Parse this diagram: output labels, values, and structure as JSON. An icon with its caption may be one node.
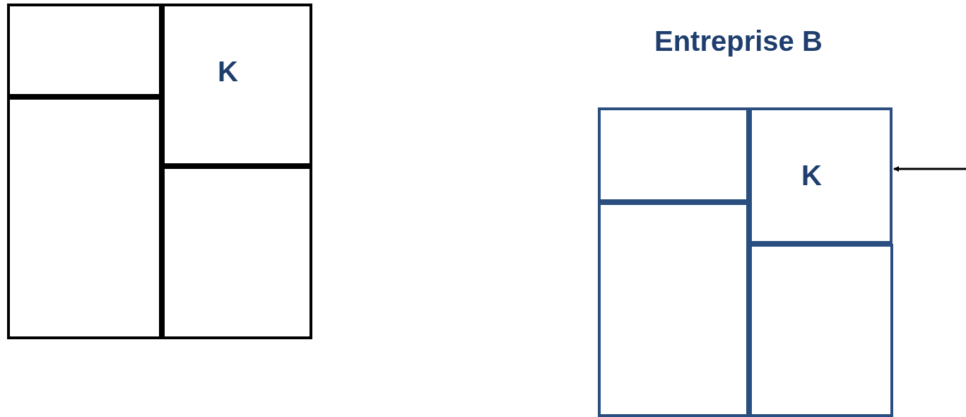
{
  "diagram": {
    "nodes": [
      {
        "text": [],
        "shape": "box"
      },
      {
        "text": [
          "K"
        ]
      },
      {
        "text": [],
        "shape": "box"
      },
      {
        "text": [],
        "shape": "box"
      },
      {
        "text": [],
        "shape": "box"
      },
      {
        "text": [
          "K"
        ]
      },
      {
        "text": [],
        "shape": "box"
      },
      {
        "text": [],
        "shape": "box"
      }
    ],
    "edges": [
      {
        "from": null,
        "to": 5,
        "arrow": "to"
      }
    ],
    "labels": [
      "Entreprise B"
    ]
  }
}
